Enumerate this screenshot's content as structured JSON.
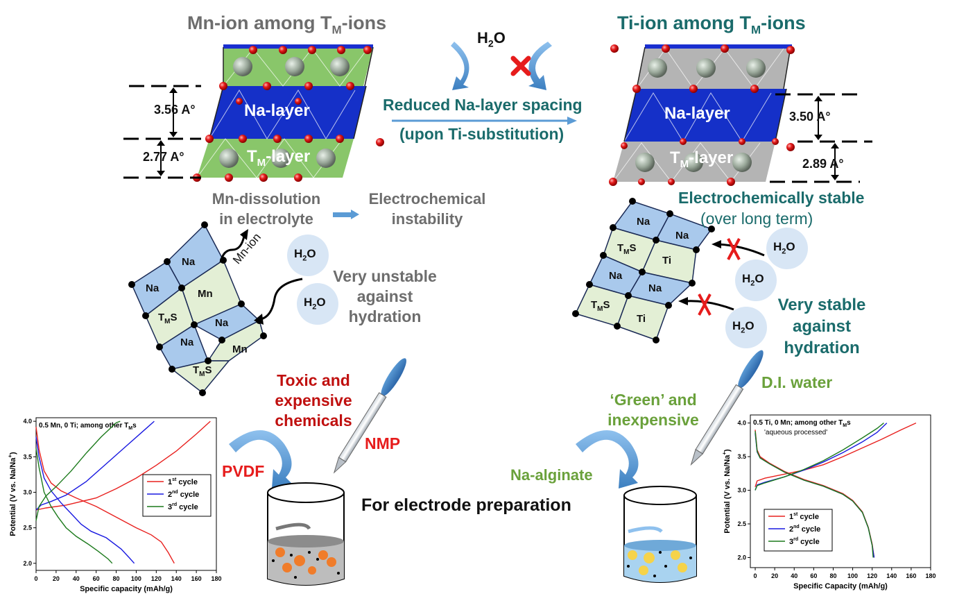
{
  "colors": {
    "grey_text": "#6d6d6d",
    "teal_text": "#1a6b6b",
    "red_text": "#c0100f",
    "bright_red": "#e61c1c",
    "green_text": "#6aa13b",
    "na_layer": "#1530c8",
    "tm_layer": "#6fb84a",
    "ti_tm_layer": "#b4b4b4",
    "cell_na": "#a9c9ec",
    "cell_tm": "#e3efd5",
    "water_bubble": "#d8e6f5",
    "arrow_blue": "#5b9bd5"
  },
  "left_panel": {
    "title_main": "Mn-ion among T",
    "title_sub": "M",
    "title_tail": "-ions",
    "na_layer_label": "Na-layer",
    "tm_layer_label_main": "T",
    "tm_layer_label_sub": "M",
    "tm_layer_label_tail": "-layer",
    "spacing_na": "3.56 A°",
    "spacing_tm": "2.77 A°",
    "dissolution_line1": "Mn-dissolution",
    "dissolution_line2": "in electrolyte",
    "instability_line1": "Electrochemical",
    "instability_line2": "instability",
    "mn_ion_label": "Mn-ion",
    "water_label": "H",
    "water_sub": "2",
    "water_tail": "O",
    "hydration_line1": "Very unstable",
    "hydration_line2": "against",
    "hydration_line3": "hydration",
    "cells": [
      "Na",
      "Na",
      "Mn",
      "T",
      "Na",
      "Na",
      "Mn",
      "T"
    ],
    "cell_tm_sub": "M",
    "cell_tm_tail": "S",
    "toxic_line1": "Toxic and",
    "toxic_line2": "expensive",
    "toxic_line3": "chemicals",
    "binder": "PVDF",
    "solvent": "NMP"
  },
  "center": {
    "water_main": "H",
    "water_sub": "2",
    "water_tail": "O",
    "reduced_line1": "Reduced Na-layer spacing",
    "reduced_line2": "(upon Ti-substitution)",
    "electrode_prep": "For electrode preparation"
  },
  "right_panel": {
    "title_main": "Ti-ion among T",
    "title_sub": "M",
    "title_tail": "-ions",
    "na_layer_label": "Na-layer",
    "tm_layer_label_main": "T",
    "tm_layer_label_sub": "M",
    "tm_layer_label_tail": "-layer",
    "spacing_na": "3.50 A°",
    "spacing_tm": "2.89 A°",
    "stable_line1": "Electrochemically stable",
    "stable_line2": "(over long term)",
    "hydration_line1": "Very stable",
    "hydration_line2": "against",
    "hydration_line3": "hydration",
    "cells": [
      "Na",
      "Na",
      "T",
      "Ti",
      "Na",
      "Na",
      "T",
      "Ti"
    ],
    "cell_tm_sub": "M",
    "cell_tm_tail": "S",
    "green_line1": "‘Green’ and",
    "green_line2": "inexpensive",
    "solvent": "D.I. water",
    "binder": "Na-alginate"
  },
  "chart_data": [
    {
      "type": "line",
      "title": "0.5 Mn, 0 Ti; among other T",
      "title_sub": "M",
      "title_tail": "s",
      "xlabel": "Specific capacity (mAh/g)",
      "ylabel": "Potential (V vs. Na/Na",
      "ylabel_sup": "+",
      "ylabel_tail": ")",
      "xlim": [
        0,
        180
      ],
      "ylim": [
        1.9,
        4.05
      ],
      "xticks": [
        0,
        20,
        40,
        60,
        80,
        100,
        120,
        140,
        160,
        180
      ],
      "yticks": [
        2.0,
        2.5,
        3.0,
        3.5,
        4.0
      ],
      "ytick_labels": [
        "2.0",
        "2.5",
        "3.0",
        "3.5",
        "4.0"
      ],
      "legend_placement": "center-right",
      "series": [
        {
          "name": "1",
          "name_sup": "st",
          "name_tail": " cycle",
          "color": "#e8201e",
          "charge": [
            [
              0,
              2.75
            ],
            [
              10,
              2.78
            ],
            [
              30,
              2.82
            ],
            [
              60,
              2.92
            ],
            [
              80,
              3.05
            ],
            [
              100,
              3.2
            ],
            [
              120,
              3.38
            ],
            [
              140,
              3.58
            ],
            [
              160,
              3.82
            ],
            [
              174,
              4.0
            ]
          ],
          "discharge": [
            [
              0,
              3.92
            ],
            [
              3,
              3.6
            ],
            [
              8,
              3.3
            ],
            [
              15,
              3.13
            ],
            [
              25,
              3.02
            ],
            [
              40,
              2.92
            ],
            [
              60,
              2.8
            ],
            [
              80,
              2.65
            ],
            [
              100,
              2.5
            ],
            [
              115,
              2.4
            ],
            [
              125,
              2.3
            ],
            [
              132,
              2.15
            ],
            [
              138,
              2.0
            ]
          ]
        },
        {
          "name": "2",
          "name_sup": "nd",
          "name_tail": " cycle",
          "color": "#1818e0",
          "charge": [
            [
              0,
              2.75
            ],
            [
              5,
              2.82
            ],
            [
              15,
              2.87
            ],
            [
              30,
              2.96
            ],
            [
              50,
              3.15
            ],
            [
              70,
              3.4
            ],
            [
              90,
              3.65
            ],
            [
              110,
              3.9
            ],
            [
              118,
              4.0
            ]
          ],
          "discharge": [
            [
              0,
              3.78
            ],
            [
              3,
              3.5
            ],
            [
              8,
              3.2
            ],
            [
              15,
              3.02
            ],
            [
              25,
              2.85
            ],
            [
              35,
              2.7
            ],
            [
              45,
              2.55
            ],
            [
              55,
              2.45
            ],
            [
              70,
              2.36
            ],
            [
              85,
              2.2
            ],
            [
              93,
              2.08
            ],
            [
              98,
              2.0
            ]
          ]
        },
        {
          "name": "3",
          "name_sup": "rd",
          "name_tail": " cycle",
          "color": "#1c7a1c",
          "charge": [
            [
              0,
              2.6
            ],
            [
              3,
              2.8
            ],
            [
              10,
              2.95
            ],
            [
              20,
              3.08
            ],
            [
              35,
              3.3
            ],
            [
              50,
              3.55
            ],
            [
              65,
              3.78
            ],
            [
              80,
              3.98
            ],
            [
              84,
              4.0
            ]
          ],
          "discharge": [
            [
              0,
              3.62
            ],
            [
              3,
              3.35
            ],
            [
              8,
              3.0
            ],
            [
              15,
              2.8
            ],
            [
              22,
              2.65
            ],
            [
              30,
              2.5
            ],
            [
              40,
              2.38
            ],
            [
              52,
              2.27
            ],
            [
              62,
              2.17
            ],
            [
              72,
              2.06
            ],
            [
              76,
              2.0
            ]
          ]
        }
      ]
    },
    {
      "type": "line",
      "title": "0.5 Ti, 0 Mn; among other T",
      "title_sub": "M",
      "title_tail": "s",
      "subtitle": "'aqueous processed'",
      "xlabel": "Specific Capacity (mAh/g)",
      "ylabel": "Potential (V vs. Na/Na",
      "ylabel_sup": "+",
      "ylabel_tail": ")",
      "xlim": [
        -5,
        180
      ],
      "ylim": [
        1.85,
        4.12
      ],
      "xticks": [
        0,
        20,
        40,
        60,
        80,
        100,
        120,
        140,
        160,
        180
      ],
      "yticks": [
        2.0,
        2.5,
        3.0,
        3.5,
        4.0
      ],
      "ytick_labels": [
        "2.0",
        "2.5",
        "3.0",
        "3.5",
        "4.0"
      ],
      "legend_placement": "bottom-left",
      "series": [
        {
          "name": "1",
          "name_sup": "st",
          "name_tail": " cycle",
          "color": "#e8201e",
          "charge": [
            [
              0,
              3.05
            ],
            [
              2,
              3.14
            ],
            [
              10,
              3.18
            ],
            [
              30,
              3.24
            ],
            [
              50,
              3.3
            ],
            [
              70,
              3.38
            ],
            [
              90,
              3.5
            ],
            [
              110,
              3.63
            ],
            [
              130,
              3.76
            ],
            [
              150,
              3.9
            ],
            [
              165,
              4.0
            ]
          ],
          "discharge": [
            [
              0,
              3.9
            ],
            [
              2,
              3.6
            ],
            [
              5,
              3.5
            ],
            [
              15,
              3.4
            ],
            [
              30,
              3.28
            ],
            [
              50,
              3.16
            ],
            [
              70,
              3.07
            ],
            [
              90,
              2.95
            ],
            [
              100,
              2.85
            ],
            [
              110,
              2.68
            ],
            [
              116,
              2.45
            ],
            [
              120,
              2.2
            ],
            [
              122,
              2.0
            ]
          ]
        },
        {
          "name": "2",
          "name_sup": "nd",
          "name_tail": " cycle",
          "color": "#1818e0",
          "charge": [
            [
              0,
              3.0
            ],
            [
              2,
              3.08
            ],
            [
              10,
              3.12
            ],
            [
              30,
              3.2
            ],
            [
              50,
              3.3
            ],
            [
              70,
              3.42
            ],
            [
              90,
              3.56
            ],
            [
              110,
              3.72
            ],
            [
              125,
              3.86
            ],
            [
              135,
              4.0
            ]
          ],
          "discharge": [
            [
              0,
              3.85
            ],
            [
              2,
              3.57
            ],
            [
              5,
              3.48
            ],
            [
              15,
              3.39
            ],
            [
              30,
              3.27
            ],
            [
              50,
              3.15
            ],
            [
              70,
              3.06
            ],
            [
              90,
              2.94
            ],
            [
              100,
              2.84
            ],
            [
              110,
              2.67
            ],
            [
              116,
              2.44
            ],
            [
              120,
              2.18
            ],
            [
              122,
              2.0
            ]
          ]
        },
        {
          "name": "3",
          "name_sup": "rd",
          "name_tail": " cycle",
          "color": "#1c7a1c",
          "charge": [
            [
              0,
              3.0
            ],
            [
              2,
              3.07
            ],
            [
              10,
              3.11
            ],
            [
              30,
              3.2
            ],
            [
              50,
              3.31
            ],
            [
              70,
              3.44
            ],
            [
              90,
              3.6
            ],
            [
              110,
              3.78
            ],
            [
              125,
              3.92
            ],
            [
              132,
              4.0
            ]
          ],
          "discharge": [
            [
              0,
              3.88
            ],
            [
              2,
              3.58
            ],
            [
              5,
              3.48
            ],
            [
              15,
              3.39
            ],
            [
              30,
              3.27
            ],
            [
              50,
              3.15
            ],
            [
              70,
              3.06
            ],
            [
              90,
              2.94
            ],
            [
              100,
              2.84
            ],
            [
              110,
              2.67
            ],
            [
              116,
              2.44
            ],
            [
              120,
              2.18
            ],
            [
              121,
              2.0
            ]
          ]
        }
      ]
    }
  ]
}
